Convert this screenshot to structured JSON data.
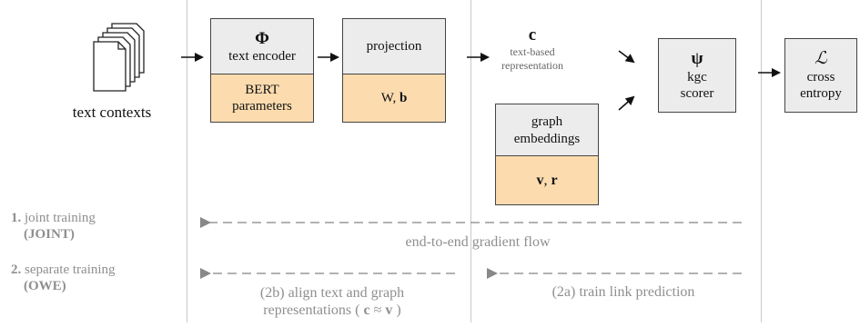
{
  "input": {
    "label": "text contexts"
  },
  "encoder": {
    "symbol": "Φ",
    "name": "text encoder",
    "params_line1": "BERT",
    "params_line2": "parameters"
  },
  "projection": {
    "name": "projection",
    "params_w": "W, ",
    "params_b": "b"
  },
  "representation": {
    "symbol": "c",
    "line1": "text-based",
    "line2": "representation"
  },
  "graph": {
    "line1": "graph",
    "line2": "embeddings",
    "params_v": "v",
    "params_sep": ", ",
    "params_r": "r"
  },
  "scorer": {
    "symbol": "ψ",
    "line1": "kgc",
    "line2": "scorer"
  },
  "loss": {
    "symbol": "ℒ",
    "line1": "cross",
    "line2": "entropy"
  },
  "training": {
    "joint": {
      "num": "1.",
      "label": " joint training",
      "tag": "(JOINT)"
    },
    "separate": {
      "num": "2.",
      "label": " separate training",
      "tag": "(OWE)"
    }
  },
  "flows": {
    "joint_flow": "end-to-end gradient flow",
    "align_line1": "(2b) align text and graph",
    "align_line2_pre": "representations ( ",
    "align_c": "c",
    "align_approx": " ≈ ",
    "align_v": "v",
    "align_line2_post": " )",
    "link_pred": "(2a) train link prediction"
  }
}
